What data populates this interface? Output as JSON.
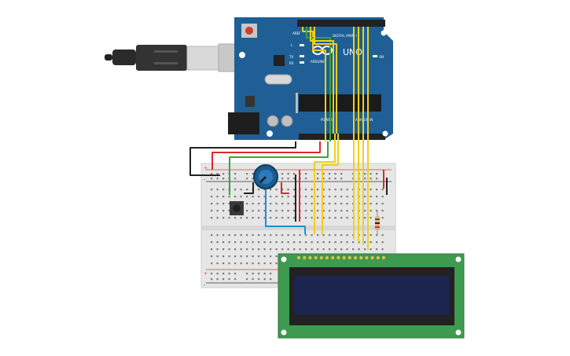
{
  "arduino": {
    "brand": "ARDUINO",
    "model": "UNO",
    "digital_label": "DIGITAL (PWM~)",
    "power_label": "POWER",
    "analog_label": "ANALOG IN",
    "aref_label": "AREF",
    "on_label": "ON",
    "tx_label": "TX",
    "rx_label": "RX",
    "l_label": "L"
  },
  "breadboard": {
    "plus_label": "+",
    "minus_label": "-"
  },
  "colors": {
    "board_blue": "#1f5f96",
    "breadboard": "#e6e6e6",
    "lcd_pcb": "#3d9a4f",
    "lcd_screen": "#1c2450",
    "wire_red": "#e0282c",
    "wire_black": "#222222",
    "wire_green": "#3aa435",
    "wire_yellow": "#f2cf1b",
    "wire_blue": "#1f8fd6"
  }
}
